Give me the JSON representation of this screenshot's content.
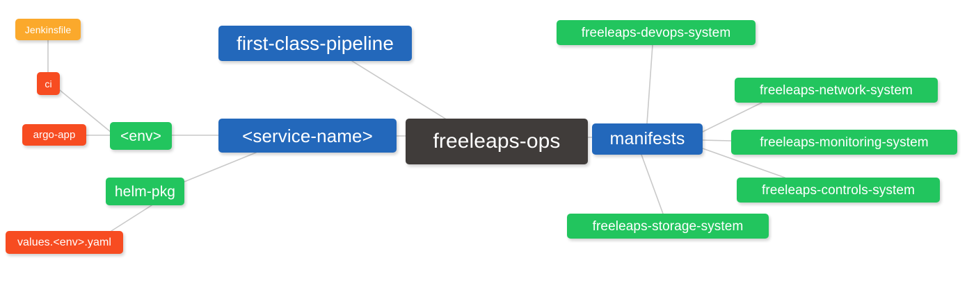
{
  "diagram": {
    "type": "mindmap",
    "title": "freeleaps-ops",
    "background": "#ffffff",
    "edge_color": "#c9c9c9",
    "palette": {
      "root_dark": "#403c3a",
      "blue": "#2368bb",
      "green": "#22c55e",
      "orange": "#fba92c",
      "red": "#f74c21",
      "label_text": "#ffffff"
    },
    "nodes": {
      "root": {
        "label": "freeleaps-ops",
        "color": "#403c3a"
      },
      "service_name": {
        "label": "<service-name>",
        "color": "#2368bb"
      },
      "pipeline": {
        "label": "first-class-pipeline",
        "color": "#2368bb"
      },
      "manifests": {
        "label": "manifests",
        "color": "#2368bb"
      },
      "env": {
        "label": "<env>",
        "color": "#22c55e"
      },
      "helm_pkg": {
        "label": "helm-pkg",
        "color": "#22c55e"
      },
      "jenkinsfile": {
        "label": "Jenkinsfile",
        "color": "#fba92c"
      },
      "ci": {
        "label": "ci",
        "color": "#f74c21"
      },
      "argo_app": {
        "label": "argo-app",
        "color": "#f74c21"
      },
      "values_yaml": {
        "label": "values.<env>.yaml",
        "color": "#f74c21"
      },
      "devops_system": {
        "label": "freeleaps-devops-system",
        "color": "#22c55e"
      },
      "network_system": {
        "label": "freeleaps-network-system",
        "color": "#22c55e"
      },
      "monitoring_system": {
        "label": "freeleaps-monitoring-system",
        "color": "#22c55e"
      },
      "controls_system": {
        "label": "freeleaps-controls-system",
        "color": "#22c55e"
      },
      "storage_system": {
        "label": "freeleaps-storage-system",
        "color": "#22c55e"
      }
    },
    "edges": [
      {
        "from": "root",
        "to": "service_name"
      },
      {
        "from": "root",
        "to": "pipeline"
      },
      {
        "from": "root",
        "to": "manifests"
      },
      {
        "from": "service_name",
        "to": "env"
      },
      {
        "from": "service_name",
        "to": "helm_pkg"
      },
      {
        "from": "env",
        "to": "ci"
      },
      {
        "from": "env",
        "to": "argo_app"
      },
      {
        "from": "ci",
        "to": "jenkinsfile"
      },
      {
        "from": "helm_pkg",
        "to": "values_yaml"
      },
      {
        "from": "manifests",
        "to": "devops_system"
      },
      {
        "from": "manifests",
        "to": "network_system"
      },
      {
        "from": "manifests",
        "to": "monitoring_system"
      },
      {
        "from": "manifests",
        "to": "controls_system"
      },
      {
        "from": "manifests",
        "to": "storage_system"
      }
    ]
  }
}
